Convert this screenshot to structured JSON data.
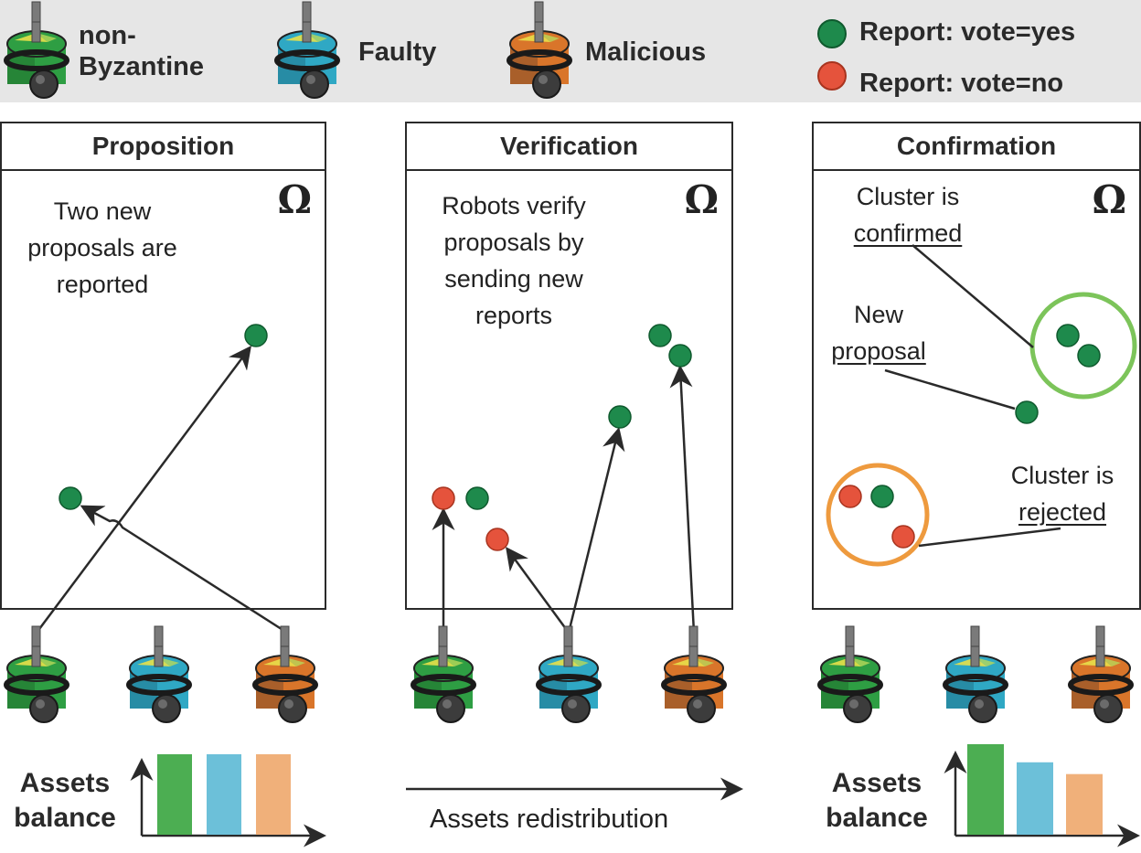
{
  "legend": {
    "robots": [
      {
        "type": "non-Byzantine",
        "label_line1": "non-",
        "label_line2": "Byzantine",
        "body_color": "#2e9e43",
        "dark_color": "#1d6b2b"
      },
      {
        "type": "Faulty",
        "label": "Faulty",
        "body_color": "#2fa8c4",
        "dark_color": "#1f6f86"
      },
      {
        "type": "Malicious",
        "label": "Malicious",
        "body_color": "#d9752a",
        "dark_color": "#7a4a2a"
      }
    ],
    "reports": [
      {
        "label": "Report: vote=yes",
        "color": "#1e8a4c"
      },
      {
        "label": "Report: vote=no",
        "color": "#e5533c"
      }
    ]
  },
  "panels": [
    {
      "title": "Proposition",
      "omega": "Ω",
      "description": [
        "Two new",
        "proposals are",
        "reported"
      ]
    },
    {
      "title": "Verification",
      "omega": "Ω",
      "description": [
        "Robots verify",
        "proposals by",
        "sending new",
        "reports"
      ]
    },
    {
      "title": "Confirmation",
      "omega": "Ω",
      "annotations": {
        "confirmed_line1": "Cluster is",
        "confirmed_line2": "confirmed",
        "new_line1": "New",
        "new_line2": "proposal",
        "rejected_line1": "Cluster is",
        "rejected_line2": "rejected"
      }
    }
  ],
  "assets": {
    "label_line1": "Assets",
    "label_line2": "balance",
    "redistribution_label": "Assets redistribution",
    "before": [
      {
        "robot": "non-Byzantine",
        "value": 1.0,
        "color": "#4cae52"
      },
      {
        "robot": "Faulty",
        "value": 1.0,
        "color": "#6cc0d9"
      },
      {
        "robot": "Malicious",
        "value": 1.0,
        "color": "#f0b07a"
      }
    ],
    "after": [
      {
        "robot": "non-Byzantine",
        "value": 1.0,
        "color": "#4cae52"
      },
      {
        "robot": "Faulty",
        "value": 0.8,
        "color": "#6cc0d9"
      },
      {
        "robot": "Malicious",
        "value": 0.67,
        "color": "#f0b07a"
      }
    ]
  },
  "colors": {
    "yes_dot": "#1e8a4c",
    "no_dot": "#e5533c",
    "confirmed_ring": "#7cc45a",
    "rejected_ring": "#ee9a3e"
  }
}
